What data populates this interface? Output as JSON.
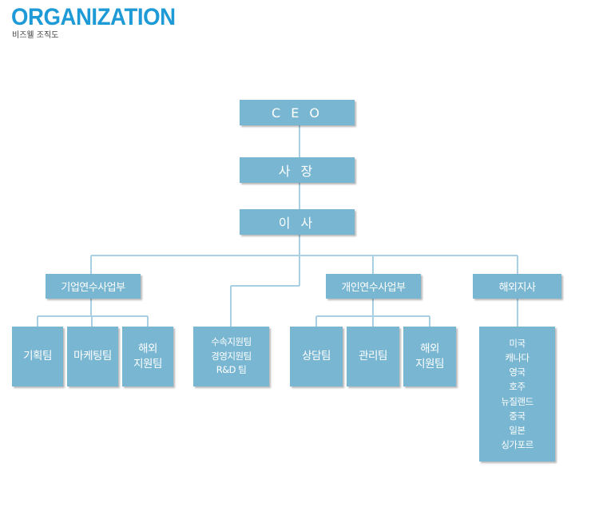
{
  "header": {
    "title": "ORGANIZATION",
    "subtitle": "비즈웰 조직도"
  },
  "top": {
    "ceo": "C E O",
    "president": "사 장",
    "director": "이 사"
  },
  "departments": {
    "corporate": "기업연수사업부",
    "individual": "개인연수사업부",
    "overseas": "해외지사"
  },
  "corporate_teams": {
    "planning": "기획팀",
    "marketing": "마케팅팀",
    "overseas_support": [
      "해외",
      "지원팀"
    ]
  },
  "direct_teams": [
    "수속지원팀",
    "경영지원팀",
    "R&D 팀"
  ],
  "individual_teams": {
    "consulting": "상담팀",
    "management": "관리팀",
    "overseas_support": [
      "해외",
      "지원팀"
    ]
  },
  "overseas_branches": [
    "미국",
    "캐나다",
    "영국",
    "호주",
    "뉴질랜드",
    "중국",
    "일본",
    "싱가포르"
  ],
  "colors": {
    "box": "#79b6d1",
    "line": "#a9cfe2",
    "title": "#1e9ad6"
  }
}
